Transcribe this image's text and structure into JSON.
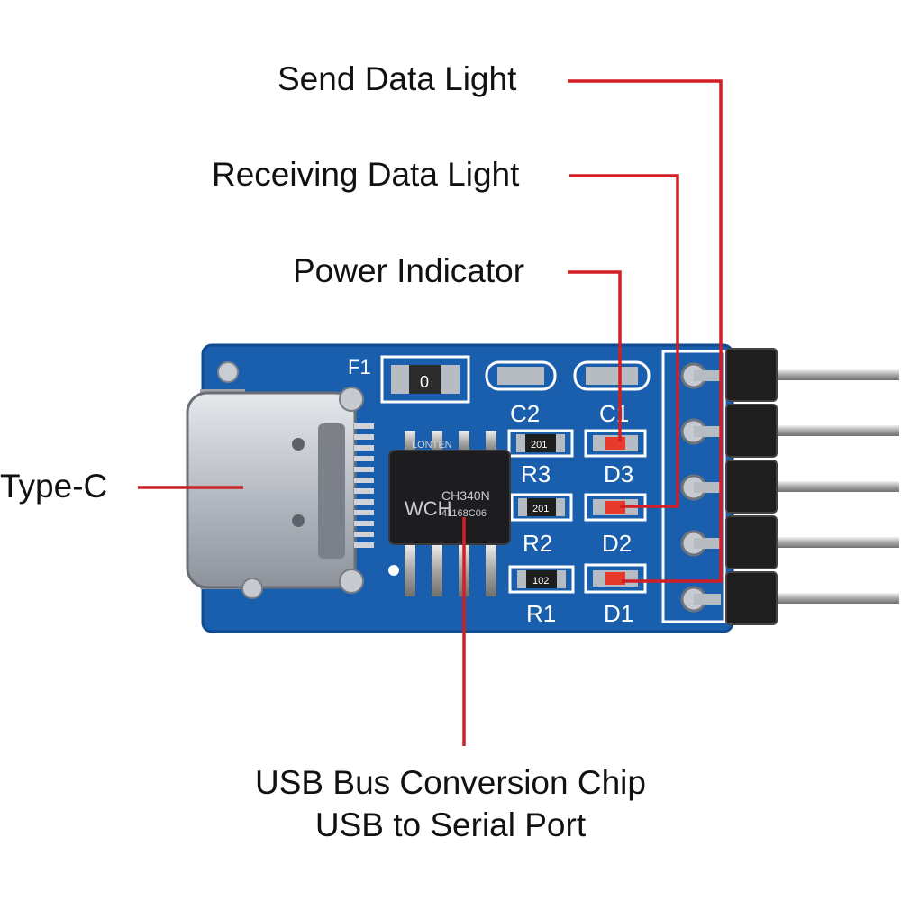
{
  "labels": {
    "send_data_light": "Send Data Light",
    "receiving_data_light": "Receiving Data Light",
    "power_indicator": "Power Indicator",
    "type_c": "Type-C",
    "chip_line1": "USB Bus Conversion Chip",
    "chip_line2": "USB to Serial Port"
  },
  "board": {
    "silkscreen": {
      "f1": "F1",
      "c2": "C2",
      "c1": "C1",
      "r3": "R3",
      "d3": "D3",
      "r2": "R2",
      "d2": "D2",
      "r1": "R1",
      "d1": "D1"
    },
    "fuse_marking": "0",
    "resistor_r3": "201",
    "resistor_r2": "201",
    "resistor_r1": "102",
    "chip_logo": "WCH",
    "chip_model": "CH340N",
    "chip_code": "41168C06",
    "chip_top_text": "LONTEN"
  },
  "colors": {
    "pcb": "#1a5fae",
    "callout_line": "#d21f26",
    "chip": "#1d1d1f",
    "pin_header": "#1e1e1e",
    "led_red": "#e83a2c"
  }
}
